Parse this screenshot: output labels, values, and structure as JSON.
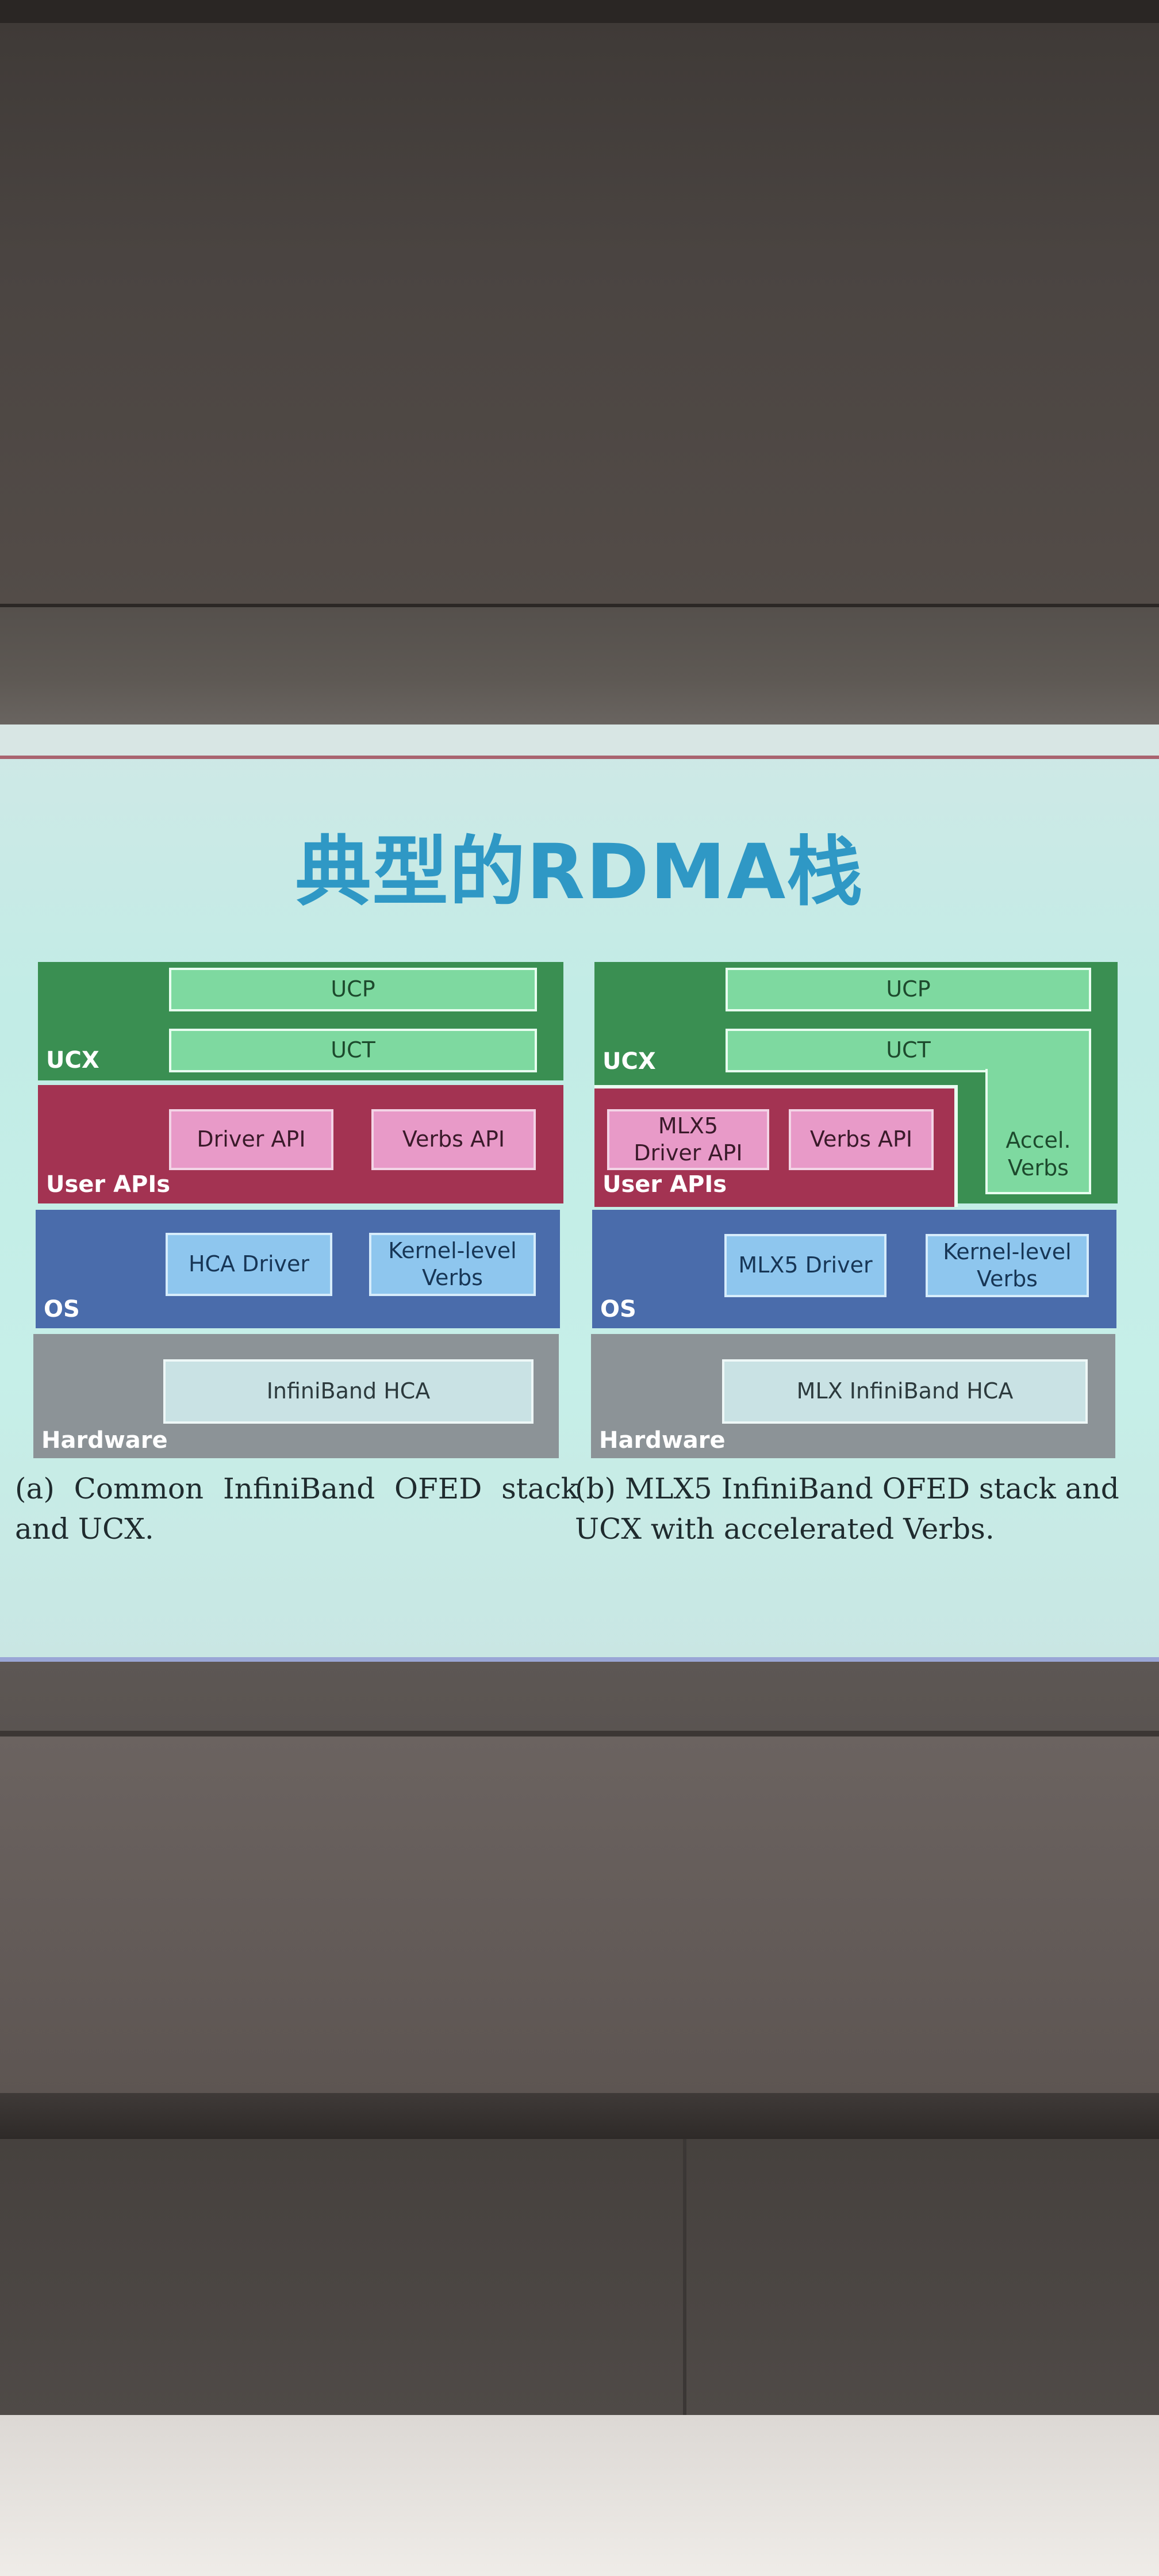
{
  "title": "典型的RDMA栈",
  "left_stack": {
    "ucx_label": "UCX",
    "ucp": "UCP",
    "uct": "UCT",
    "user_apis_label": "User APIs",
    "driver_api": "Driver API",
    "verbs_api": "Verbs API",
    "os_label": "OS",
    "hca_driver": "HCA Driver",
    "kernel_verbs_line1": "Kernel-level",
    "kernel_verbs_line2": "Verbs",
    "hardware_label": "Hardware",
    "hca": "InfiniBand HCA",
    "caption_line1": "(a) Common InfiniBand OFED stack",
    "caption_line2": "and UCX."
  },
  "right_stack": {
    "ucx_label": "UCX",
    "ucp": "UCP",
    "uct": "UCT",
    "accel_line1": "Accel.",
    "accel_line2": "Verbs",
    "user_apis_label": "User APIs",
    "mlx5_line1": "MLX5",
    "mlx5_line2": "Driver API",
    "verbs_api": "Verbs API",
    "os_label": "OS",
    "mlx5_driver": "MLX5 Driver",
    "kernel_verbs_line1": "Kernel-level",
    "kernel_verbs_line2": "Verbs",
    "hardware_label": "Hardware",
    "hca": "MLX InfiniBand HCA",
    "caption_line1": "(b) MLX5 InfiniBand OFED stack and",
    "caption_line2": "UCX with accelerated Verbs."
  }
}
